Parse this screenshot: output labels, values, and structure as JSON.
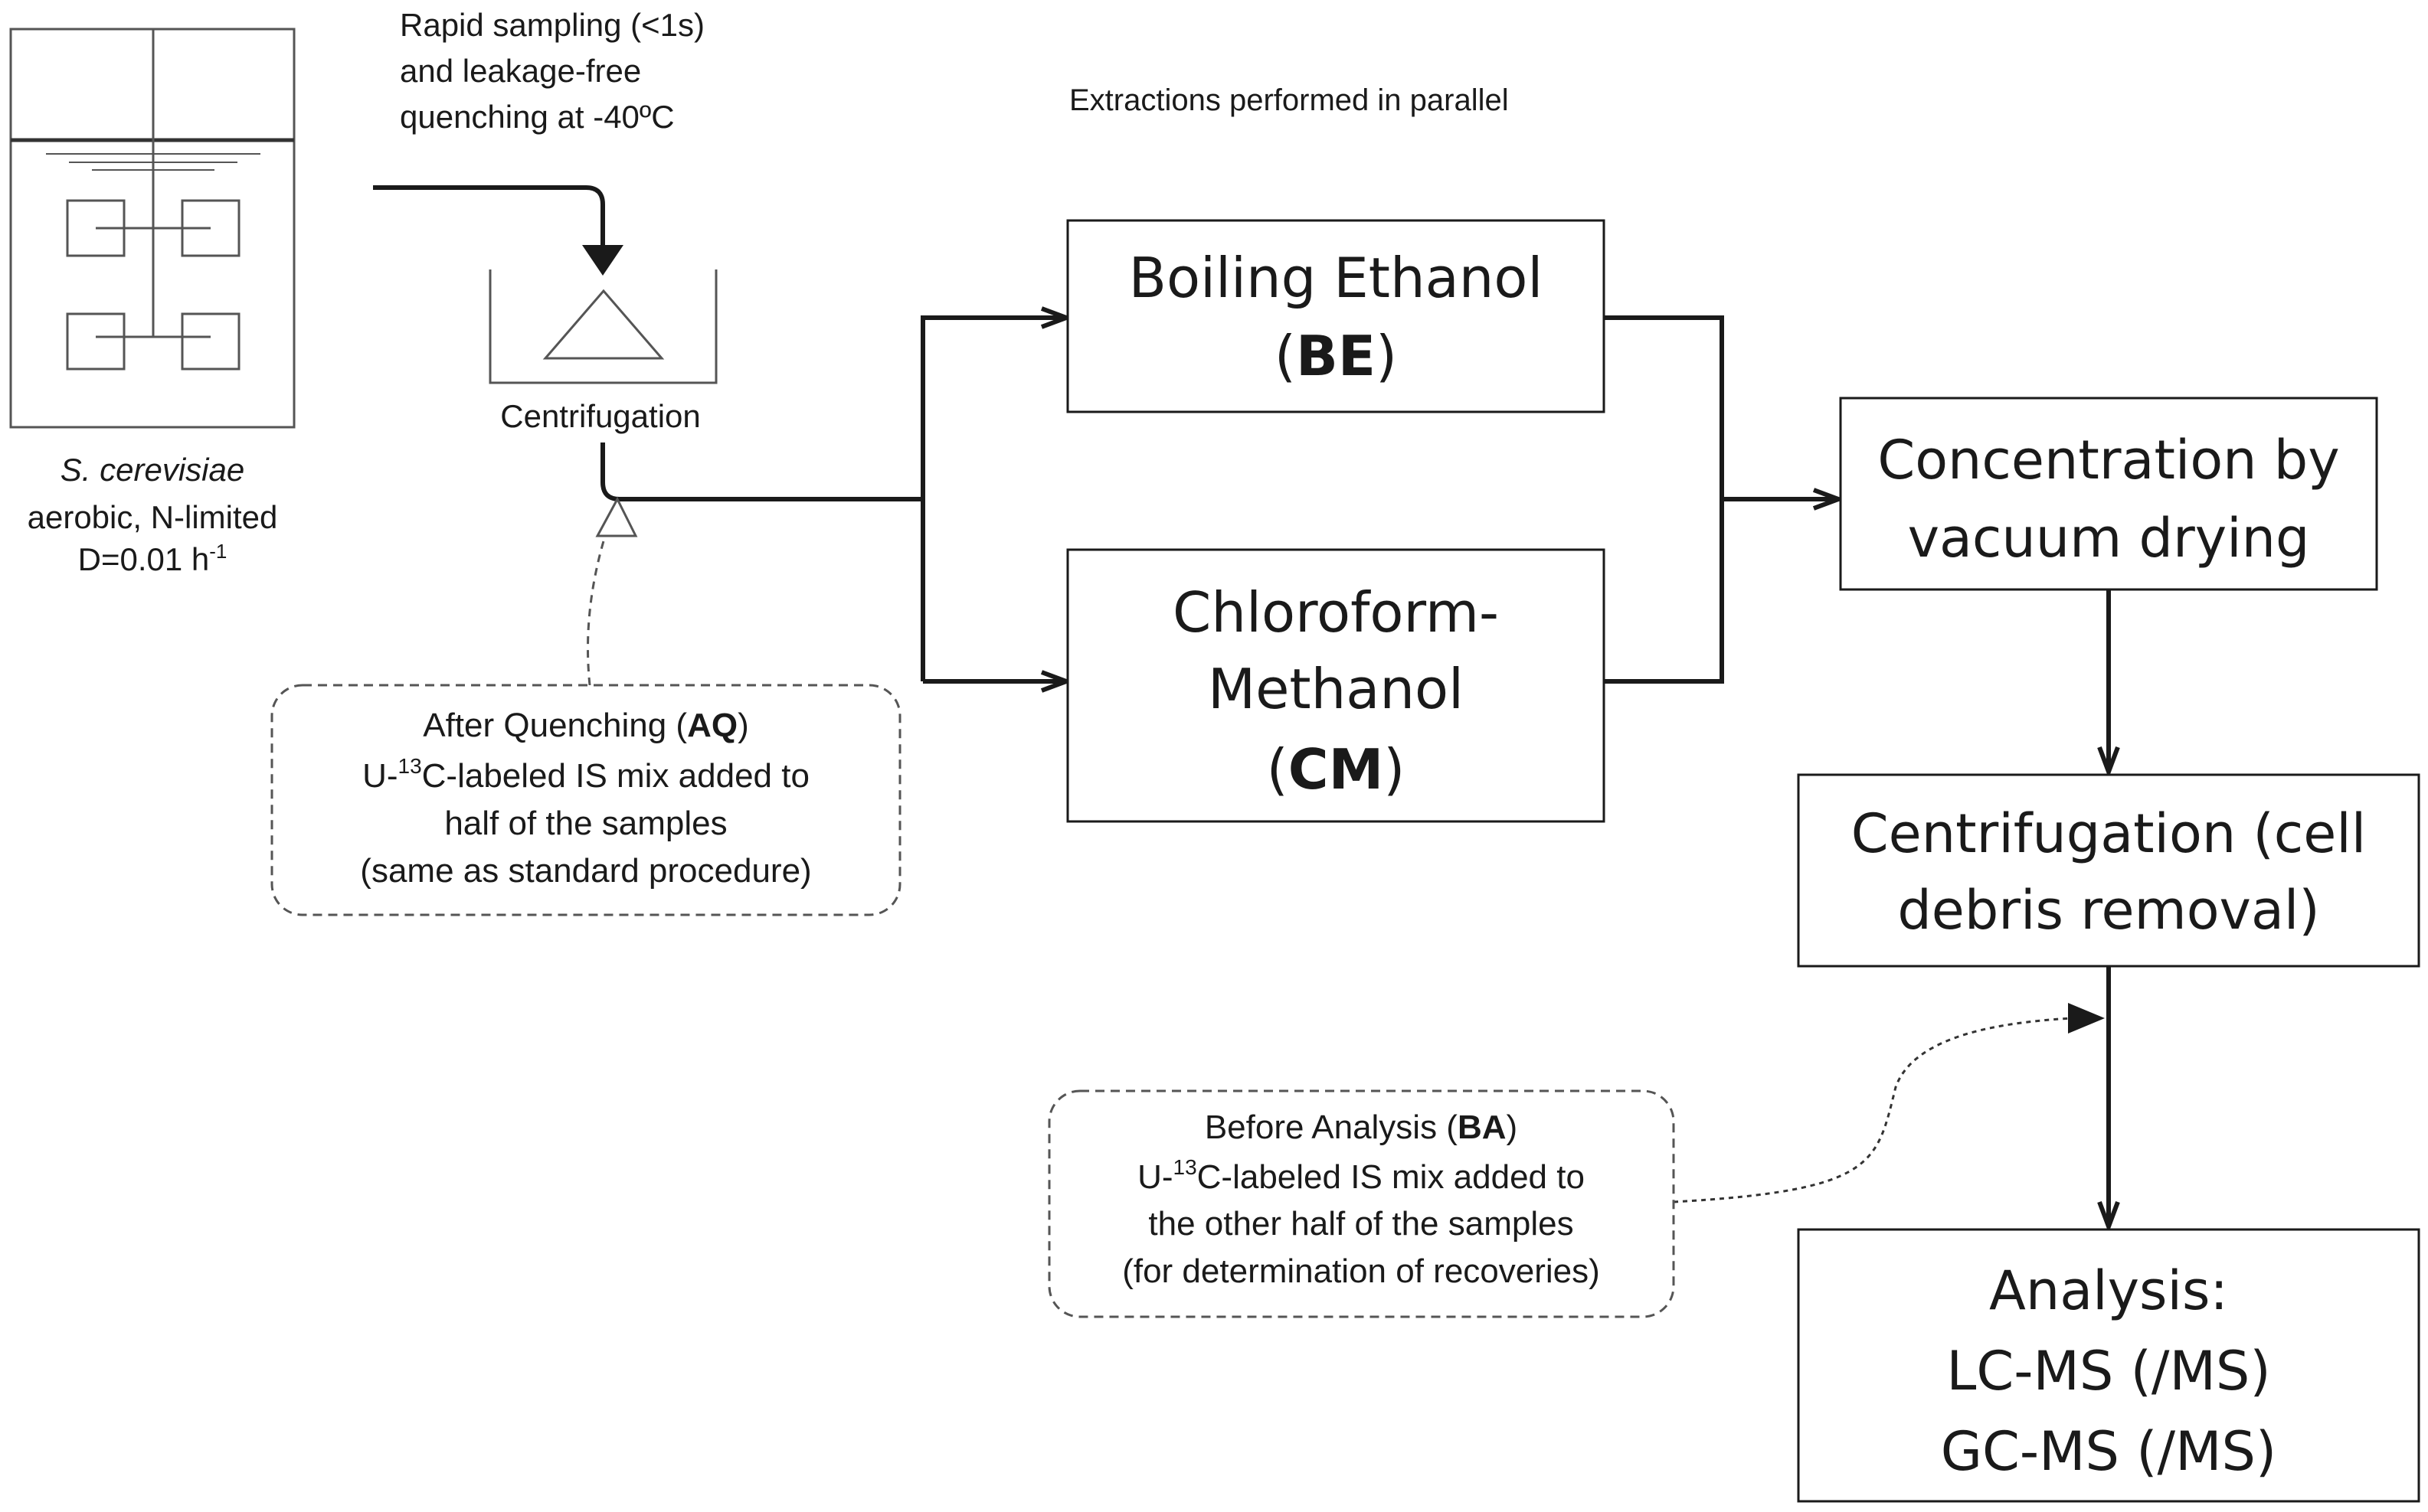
{
  "reactor": {
    "organism": "S. cerevisiae",
    "conditions": "aerobic, N-limited",
    "dilution_main": "D=0.01 h",
    "dilution_sup": "-1"
  },
  "sampling": {
    "line1": "Rapid sampling (<1s)",
    "line2": "and leakage-free",
    "line3": "quenching at -40ºC"
  },
  "centrifugation_label": "Centrifugation",
  "parallel_label": "Extractions performed in parallel",
  "be_box": {
    "line1": "Boiling Ethanol",
    "open": "(",
    "abbr": "BE",
    "close": ")"
  },
  "cm_box": {
    "line1": "Chloroform-",
    "line2": "Methanol",
    "open": "(",
    "abbr": "CM",
    "close": ")"
  },
  "concentration_box": {
    "line1": "Concentration by",
    "line2": "vacuum drying"
  },
  "centrifugation_debris_box": {
    "line1": "Centrifugation (cell",
    "line2": "debris removal)"
  },
  "analysis_box": {
    "line1": "Analysis:",
    "line2": "LC-MS (/MS)",
    "line3": "GC-MS (/MS)"
  },
  "aq_note": {
    "line1_pre": "After Quenching (",
    "line1_bold": "AQ",
    "line1_post": ")",
    "line2_pre": "U-",
    "line2_sup": "13",
    "line2_post": "C-labeled IS mix added to",
    "line3": "half of the samples",
    "line4": "(same as standard procedure)"
  },
  "ba_note": {
    "line1_pre": "Before Analysis (",
    "line1_bold": "BA",
    "line1_post": ")",
    "line2_pre": "U-",
    "line2_sup": "13",
    "line2_post": "C-labeled IS mix added to",
    "line3": "the other half of the samples",
    "line4": "(for determination of recoveries)"
  }
}
